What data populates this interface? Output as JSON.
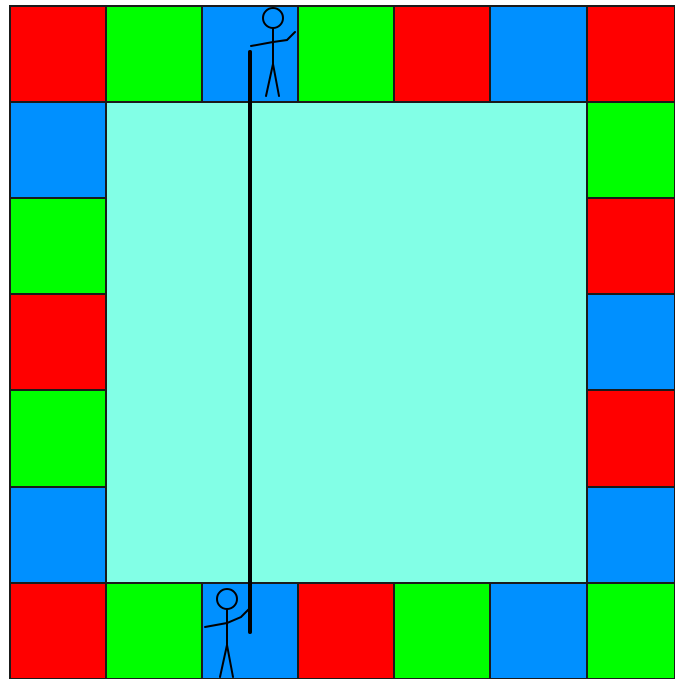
{
  "colors": {
    "red": "#ff0000",
    "green": "#00ff00",
    "blue": "#0090ff",
    "center": "#82ffe6",
    "border": "#1a1a1a"
  },
  "board": {
    "top_row": [
      "red",
      "green",
      "blue",
      "green",
      "red",
      "blue",
      "red"
    ],
    "right_column": [
      "green",
      "red",
      "blue",
      "red",
      "blue"
    ],
    "bottom_row": [
      "red",
      "green",
      "blue",
      "red",
      "green",
      "blue",
      "green"
    ],
    "left_column": [
      "blue",
      "green",
      "red",
      "green",
      "blue"
    ]
  },
  "pieces": [
    {
      "name": "stick-figure-top",
      "edge": "top",
      "cell": 2
    },
    {
      "name": "stick-figure-bottom",
      "edge": "bottom",
      "cell": 2
    }
  ],
  "connector": {
    "type": "pole",
    "from": "bottom-2",
    "to": "top-2"
  }
}
